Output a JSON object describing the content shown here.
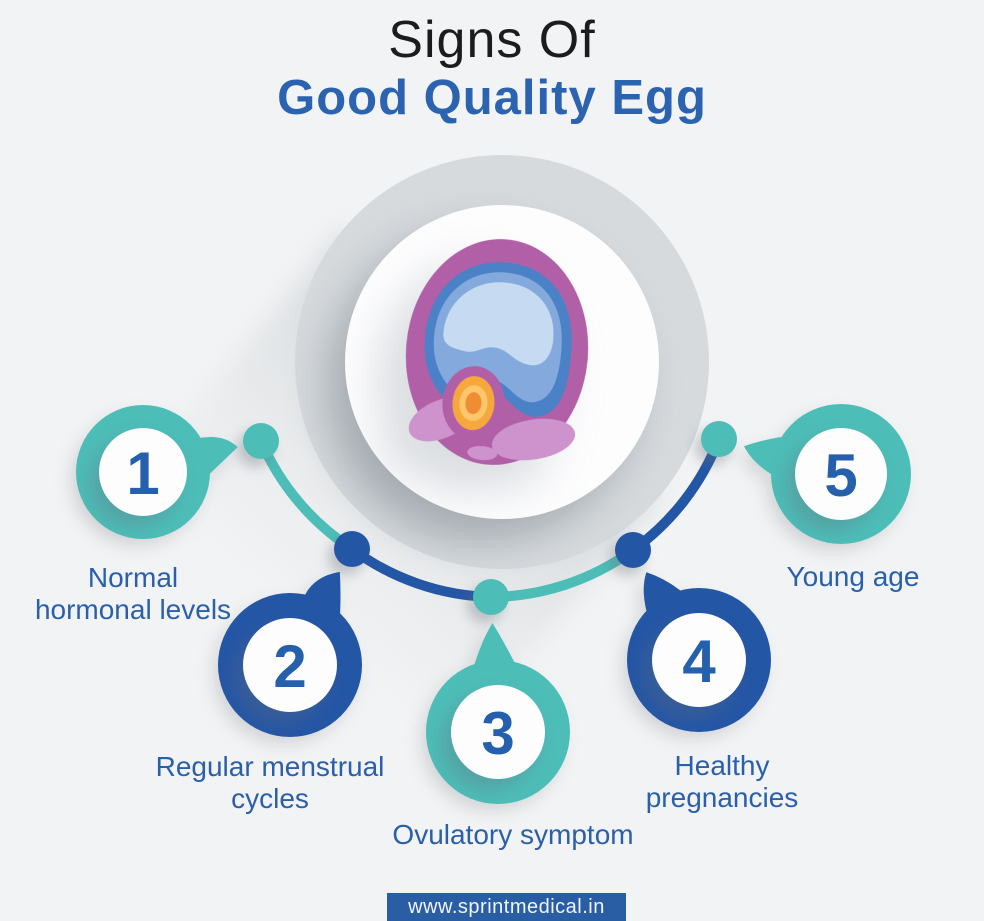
{
  "title": {
    "line1": "Signs Of",
    "line2": "Good Quality Egg"
  },
  "center_icon": "egg-cell-illustration",
  "steps": [
    {
      "number": "1",
      "label": "Normal\nhormonal levels"
    },
    {
      "number": "2",
      "label": "Regular menstrual\ncycles"
    },
    {
      "number": "3",
      "label": "Ovulatory symptom"
    },
    {
      "number": "4",
      "label": "Healthy\npregnancies"
    },
    {
      "number": "5",
      "label": "Young age"
    }
  ],
  "footer": {
    "website": "www.sprintmedical.in"
  },
  "colors": {
    "background": "#F2F3F4",
    "teal": "#4DBDB8",
    "blue": "#2456A6",
    "number_blue": "#2460AC",
    "label_blue": "#2A5FA9",
    "title_blue": "#2B63B0",
    "title_black": "#1B1C1E",
    "center_ring_gray": "#D6DADD",
    "egg_outer": "#B160A8",
    "egg_pink": "#CE92CC",
    "egg_blue_dark": "#4B81C6",
    "egg_blue_mid": "#83A9DD",
    "egg_blue_light": "#C6DBF1",
    "yolk_outer": "#F6A83D",
    "yolk_mid": "#FBC76A",
    "yolk_center": "#EF8C36",
    "footer_bg": "#2A5EA4"
  }
}
